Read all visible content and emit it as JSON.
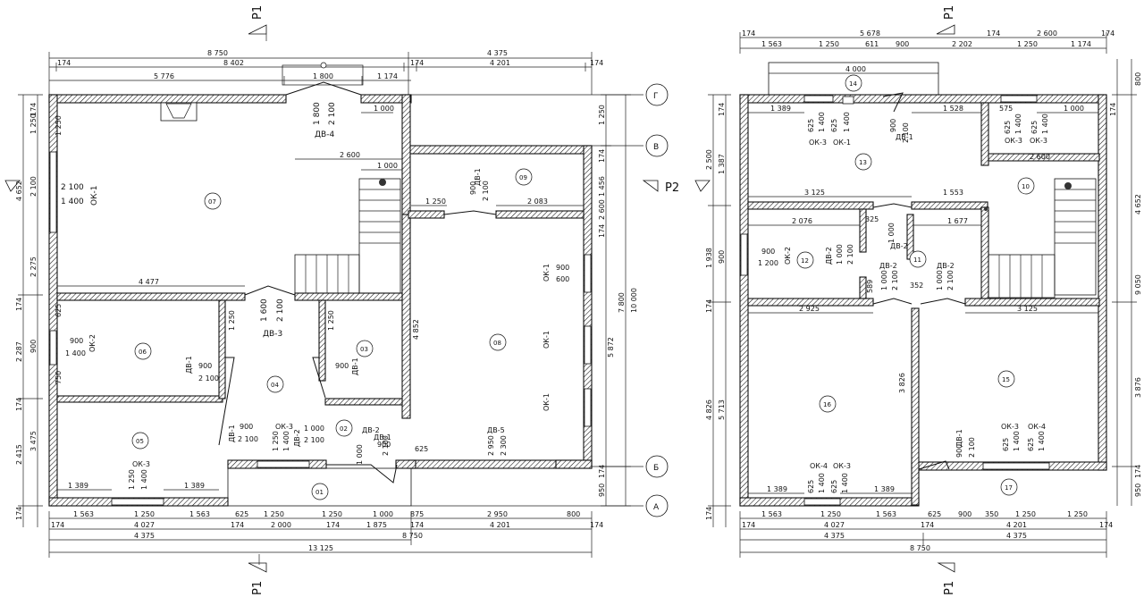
{
  "sections": {
    "p1": "P1",
    "p2": "P2"
  },
  "axes": [
    "Г",
    "В",
    "Б",
    "А"
  ],
  "plan1": {
    "top_dims_row1": [
      "8 750",
      "4 375"
    ],
    "top_dims_row2": [
      "174",
      "8 402",
      "174",
      "4 201",
      "174"
    ],
    "top_dims_row3": [
      "5 776",
      "1 800",
      "1 174"
    ],
    "bottom_dims_row1": [
      "1 563",
      "1 250",
      "1 563",
      "625",
      "1 250",
      "1 250",
      "1 000",
      "875",
      "2 950",
      "800"
    ],
    "bottom_dims_row2": [
      "174",
      "4 027",
      "174",
      "2 000",
      "174",
      "1 875",
      "174",
      "4 201",
      "174"
    ],
    "bottom_dims_row3": [
      "4 375",
      "8 750"
    ],
    "bottom_dims_row4": [
      "13 125"
    ],
    "left_dims_outer": [
      "4 652",
      "174",
      "2 287",
      "174",
      "2 415",
      "174"
    ],
    "left_dims_inner": [
      "174",
      "1 250",
      "2 100",
      "2 275",
      "625",
      "900",
      "750",
      "3 475",
      "1 250"
    ],
    "right_dims": [
      "1 250",
      "174",
      "1 456",
      "2 600",
      "174",
      "7 800",
      "10 000",
      "5 872",
      "174",
      "950"
    ],
    "rooms": [
      "07",
      "09",
      "08",
      "06",
      "04",
      "03",
      "05",
      "02",
      "01"
    ],
    "labels": {
      "ok1_left": "ОК-1",
      "ok1_left_w": "2 100",
      "ok1_left_h": "1 400",
      "dv4": "ДВ-4",
      "dv4_w": "1 800",
      "dv4_h": "2 100",
      "d_2600": "2 600",
      "d_1000a": "1 000",
      "d_1000b": "1 000",
      "dv1_09": "ДВ-1",
      "dv1_09_w": "900",
      "dv1_09_h": "2 100",
      "d_1250": "1 250",
      "d_2083": "2 083",
      "d_4477": "4 477",
      "dv3": "ДВ-3",
      "dv3_w": "1 600",
      "dv3_h": "2 100",
      "ok2": "ОК-2",
      "ok2_w": "900",
      "ok2_h": "1 400",
      "dv1_06": "ДВ-1",
      "dv1_06_w": "900",
      "dv1_06_h": "2 100",
      "dv1_03": "ДВ-1",
      "dv1_03_w": "900",
      "d_1250b": "1 250",
      "d_1250c": "1 250",
      "ok3": "ОК-3",
      "ok3_w": "1 250",
      "ok3_h": "1 400",
      "d_1389a": "1 389",
      "d_1389b": "1 389",
      "ok3_mid": "ОК-3",
      "ok3_mid_w": "1 250",
      "ok3_mid_h": "1 400",
      "dv1_mid": "ДВ-1",
      "dv1_mid_w": "900",
      "dv1_mid_h": "2 100",
      "dv2_a": "ДВ-2",
      "dv2_a_w": "1 000",
      "dv2_a_h": "2 100",
      "dv2_b": "ДВ-2",
      "dv2_b_w": "1 000",
      "dv1_b": "ДВ-1",
      "dv1_b_w": "900",
      "dv1_b_h": "2 100",
      "dv5": "ДВ-5",
      "dv5_w": "2 950",
      "dv5_h": "2 300",
      "ok1_r1": "ОК-1",
      "ok1_r2": "ОК-1",
      "ok1_r3": "ОК-1",
      "ok1_r_w": "900",
      "ok1_r_h": "600",
      "d_625": "625",
      "d_4852": "4 852"
    }
  },
  "plan2": {
    "top_dims_row1": [
      "174",
      "5 678",
      "174",
      "2 600",
      "174"
    ],
    "top_dims_row2": [
      "1 563",
      "1 250",
      "611",
      "900",
      "2 202",
      "1 250",
      "1 174"
    ],
    "top_dims_row3": [
      "4 000"
    ],
    "bottom_dims_row1": [
      "1 563",
      "1 250",
      "1 563",
      "625",
      "900",
      "350",
      "1 250",
      "1 250"
    ],
    "bottom_dims_row2": [
      "174",
      "4 027",
      "174",
      "4 201",
      "174"
    ],
    "bottom_dims_row3": [
      "4 375",
      "4 375"
    ],
    "bottom_dims_row4": [
      "8 750"
    ],
    "left_dims_outer": [
      "2 500",
      "1 387",
      "1 938",
      "174",
      "4 826",
      "174"
    ],
    "left_dims_inner": [
      "174",
      "900",
      "5 713"
    ],
    "right_dims": [
      "800",
      "174",
      "4 652",
      "9 050",
      "3 876",
      "174",
      "950"
    ],
    "rooms": [
      "14",
      "13",
      "10",
      "12",
      "11",
      "16",
      "15",
      "17"
    ],
    "labels": {
      "d_1389": "1 389",
      "ok3_a": "ОК-3",
      "ok3_a_w": "625",
      "ok3_a_h": "1 400",
      "ok1_a": "ОК-1",
      "ok1_a_w": "625",
      "ok1_a_h": "1 400",
      "dv1": "ДВ-1",
      "dv1_w": "900",
      "dv1_h": "2 100",
      "d_1528": "1 528",
      "d_575": "575",
      "ok3_b": "ОК-3",
      "ok3_b2": "ОК-3",
      "ok3_b_w": "625",
      "ok3_b_h": "1 400",
      "ok3_b2_w": "625",
      "ok3_b2_h": "1 400",
      "d_1000": "1 000",
      "d_2600": "2 600",
      "d_3125": "3 125",
      "d_1553": "1 553",
      "d_2076": "2 076",
      "d_325": "325",
      "d_1677": "1 677",
      "ok2": "ОК-2",
      "ok2_w": "900",
      "ok2_h": "1 200",
      "dv2_a": "ДВ-2",
      "dv2_a_w": "1 000",
      "dv2_a_h": "2 100",
      "dv2_b": "ДВ-2",
      "dv2_b_w": "1 000",
      "dv2_c": "ДВ-2",
      "dv2_c_w": "1 000",
      "dv2_c_h": "2 100",
      "dv2_d": "ДВ-2",
      "dv2_d_w": "1 000",
      "dv2_d_h": "2 100",
      "d_589": "589",
      "d_352": "352",
      "d_2925": "2 925",
      "d_3125b": "3 125",
      "d_3826": "3 826",
      "ok4_a": "ОК-4",
      "ok3_c": "ОК-3",
      "ok4_a_w": "625",
      "ok4_a_h": "1 400",
      "ok3_c_w": "625",
      "ok3_c_h": "1 400",
      "d_1389b": "1 389",
      "d_1389c": "1 389",
      "dv1_b": "ДВ-1",
      "dv1_b_w": "900",
      "dv1_b_h": "2 100",
      "ok3_d": "ОК-3",
      "ok4_b": "ОК-4",
      "ok3_d_w": "625",
      "ok3_d_h": "1 400",
      "ok4_b_w": "625",
      "ok4_b_h": "1 400"
    }
  }
}
